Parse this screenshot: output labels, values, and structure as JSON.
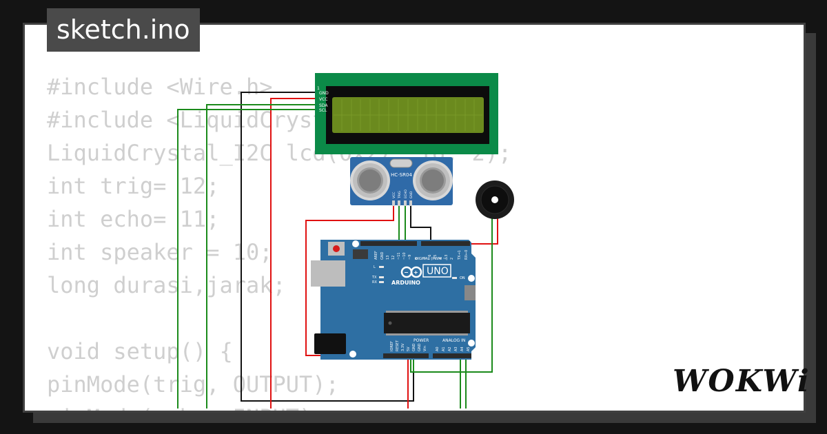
{
  "header": {
    "filename": "sketch.ino"
  },
  "code_lines": [
    "#include <Wire.h>",
    "#include <LiquidCrystal_I2C.h>",
    "LiquidCrystal_I2C lcd(0x27, 16, 2);",
    "int trig= 12;",
    "int echo= 11;",
    "int speaker = 10;",
    "long durasi,jarak;",
    "",
    "void setup() {",
    "pinMode(trig, OUTPUT);",
    "pinMode(echo, INPUT);"
  ],
  "lcd": {
    "pin_labels": [
      "1",
      "GND",
      "VCC",
      "SDA",
      "SCL"
    ],
    "board_color": "#0b8a48",
    "screen_color": "#6b8a1e"
  },
  "sensor": {
    "model": "HC-SR04",
    "pin_labels": [
      "VCC",
      "TRIG",
      "ECHO",
      "GND"
    ],
    "board_color": "#2f6aa8"
  },
  "arduino": {
    "model": "UNO",
    "brand": "ARDUINO",
    "digital_label": "DIGITAL (PWM ~)",
    "power_label": "POWER",
    "analog_label": "ANALOG IN",
    "led_labels": [
      "L",
      "TX",
      "RX",
      "ON"
    ],
    "digital_pins": [
      "AREF",
      "GND",
      "13",
      "12",
      "~11",
      "~10",
      "~9",
      "8",
      "7",
      "~6",
      "~5",
      "4",
      "~3",
      "2",
      "TX→1",
      "RX←0"
    ],
    "power_pins": [
      "IOREF",
      "RESET",
      "3.3V",
      "5V",
      "GND",
      "GND",
      "Vin"
    ],
    "analog_pins": [
      "A0",
      "A1",
      "A2",
      "A3",
      "A4",
      "A5"
    ],
    "board_color": "#2e6fa3"
  },
  "brand": {
    "logo_text": "WOKWi"
  },
  "colors": {
    "wire_green": "#1a8a1a",
    "wire_red": "#e01010",
    "wire_black": "#111111",
    "code_text": "#cfcfcf"
  }
}
